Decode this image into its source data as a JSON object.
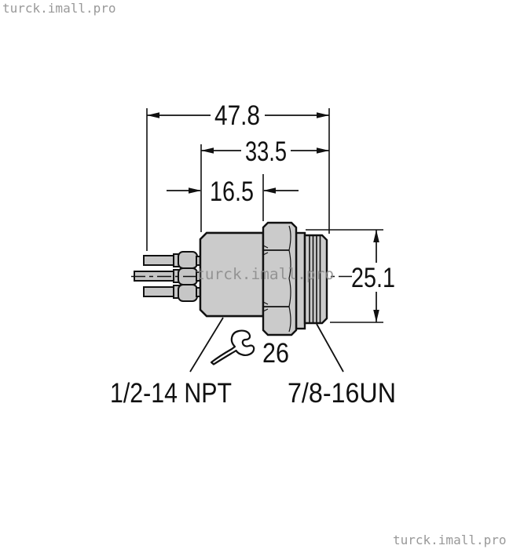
{
  "watermark": {
    "top_left": "turck.imall.pro",
    "center": "turck.imall.pro",
    "bottom_right": "turck.imall.pro"
  },
  "dimensions": {
    "overall_length": "47.8",
    "body_length": "33.5",
    "npt_thread_length": "16.5",
    "mount_diameter": "25.1",
    "wrench_size": "26"
  },
  "labels": {
    "conduit_thread": "1/2-14 NPT",
    "mount_thread": "7/8-16UN"
  },
  "icons": {
    "wrench": "wrench-icon"
  },
  "colors": {
    "background": "#ffffff",
    "line": "#111111",
    "body_fill": "#cbcbcb",
    "watermark_gray": "#999999"
  }
}
